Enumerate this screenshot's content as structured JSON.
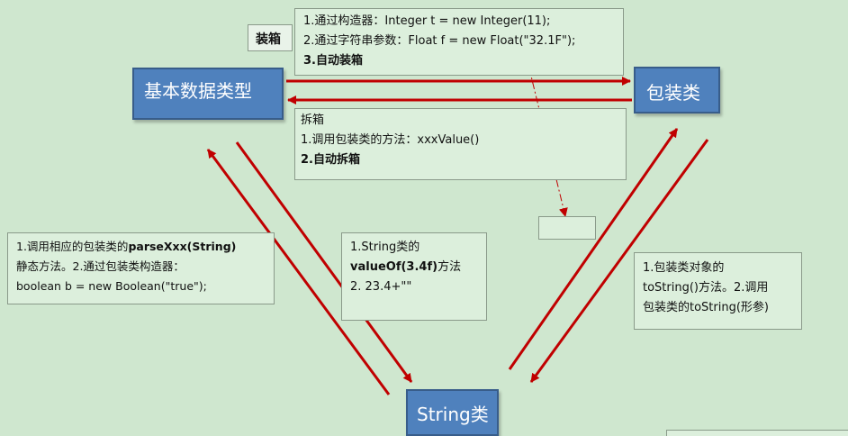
{
  "nodes": {
    "basic_type": "基本数据类型",
    "wrapper_class": "包装类",
    "string_class": "String类"
  },
  "boxing": {
    "tag": "装箱",
    "line1": "1.通过构造器：Integer t = new Integer(11);",
    "line2": "2.通过字符串参数：Float f = new Float(\"32.1F\");",
    "line3": "3.自动装箱"
  },
  "unboxing": {
    "title": "拆箱",
    "line1": "1.调用包装类的方法：xxxValue()",
    "line2": "2.自动拆箱"
  },
  "parse_note": {
    "line1_prefix": "1.调用相应的包装类的",
    "line1_bold": "parseXxx(String)",
    "line2": "静态方法。2.通过包装类构造器：",
    "line3": "boolean b = new Boolean(\"true\");"
  },
  "valueof_note": {
    "line1": "1.String类的",
    "line2_bold": "valueOf(3.4f)",
    "line2_suffix": "方法",
    "line3": "2. 23.4+\"\""
  },
  "tostring_note": {
    "line1": "1.包装类对象的",
    "line2": "toString()方法。2.调用",
    "line3": "包装类的toString(形参)"
  },
  "colors": {
    "background": "#cfe7cf",
    "node_fill": "#4f81bd",
    "arrow": "#c00000",
    "note_fill": "#dcefdc"
  }
}
